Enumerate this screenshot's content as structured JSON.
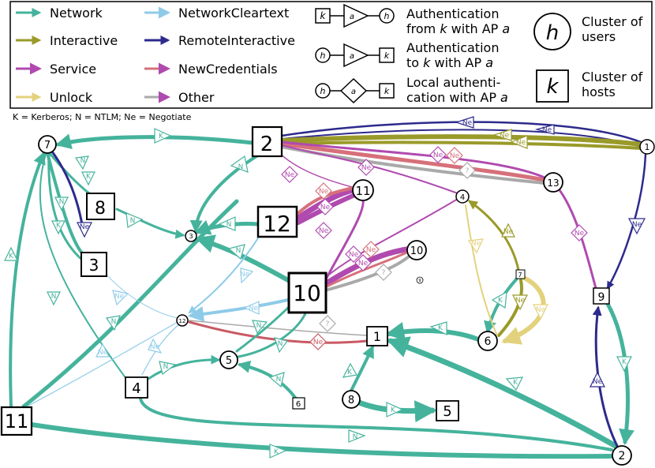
{
  "legend": {
    "logon_types": [
      {
        "label": "Network",
        "color": "#45b39c"
      },
      {
        "label": "NetworkCleartext",
        "color": "#8ecbe8"
      },
      {
        "label": "Interactive",
        "color": "#9a9a2a"
      },
      {
        "label": "RemoteInteractive",
        "color": "#2d2a8c"
      },
      {
        "label": "Service",
        "color": "#b04aaf"
      },
      {
        "label": "NewCredentials",
        "color": "#d6707a"
      },
      {
        "label": "Unlock",
        "color": "#e3d27d"
      },
      {
        "label": "Other",
        "color": "#a9a9a9"
      }
    ],
    "glyph_rows": [
      {
        "left": "k",
        "mid": "a",
        "right": "h",
        "text_1": "Authentication",
        "text_2_prefix": "from ",
        "text_2_var": "k",
        "text_2_mid": " with AP ",
        "text_2_end": "a"
      },
      {
        "left": "h",
        "mid": "a",
        "right": "k",
        "text_1": "Authentication",
        "text_2_prefix": "to ",
        "text_2_var": "k",
        "text_2_mid": " with AP ",
        "text_2_end": "a"
      },
      {
        "left": "h",
        "mid": "a",
        "right": "k",
        "text_1": "Local authenti-",
        "text_2_prefix": "cation with AP ",
        "text_2_var": "",
        "text_2_mid": "",
        "text_2_end": "a"
      }
    ],
    "cluster_users": {
      "symbol": "h",
      "text_1": "Cluster of",
      "text_2": "users"
    },
    "cluster_hosts": {
      "symbol": "k",
      "text_1": "Cluster of",
      "text_2": "hosts"
    },
    "footnote": "K = Kerberos; N = NTLM; Ne = Negotiate"
  },
  "diagram": {
    "user_nodes": [
      {
        "label": "7"
      },
      {
        "label": "1"
      },
      {
        "label": "13"
      },
      {
        "label": "11"
      },
      {
        "label": "4"
      },
      {
        "label": "3"
      },
      {
        "label": "10"
      },
      {
        "label": "9"
      },
      {
        "label": "12"
      },
      {
        "label": "5"
      },
      {
        "label": "6"
      },
      {
        "label": "8"
      },
      {
        "label": "2"
      }
    ],
    "host_nodes": [
      {
        "label": "2"
      },
      {
        "label": "8"
      },
      {
        "label": "3"
      },
      {
        "label": "12"
      },
      {
        "label": "10"
      },
      {
        "label": "7"
      },
      {
        "label": "9"
      },
      {
        "label": "1"
      },
      {
        "label": "4"
      },
      {
        "label": "6"
      },
      {
        "label": "5"
      },
      {
        "label": "11"
      }
    ],
    "protocol_labels": {
      "kerberos": "K",
      "ntlm": "N",
      "negotiate": "Ne",
      "unknown": "?"
    }
  }
}
